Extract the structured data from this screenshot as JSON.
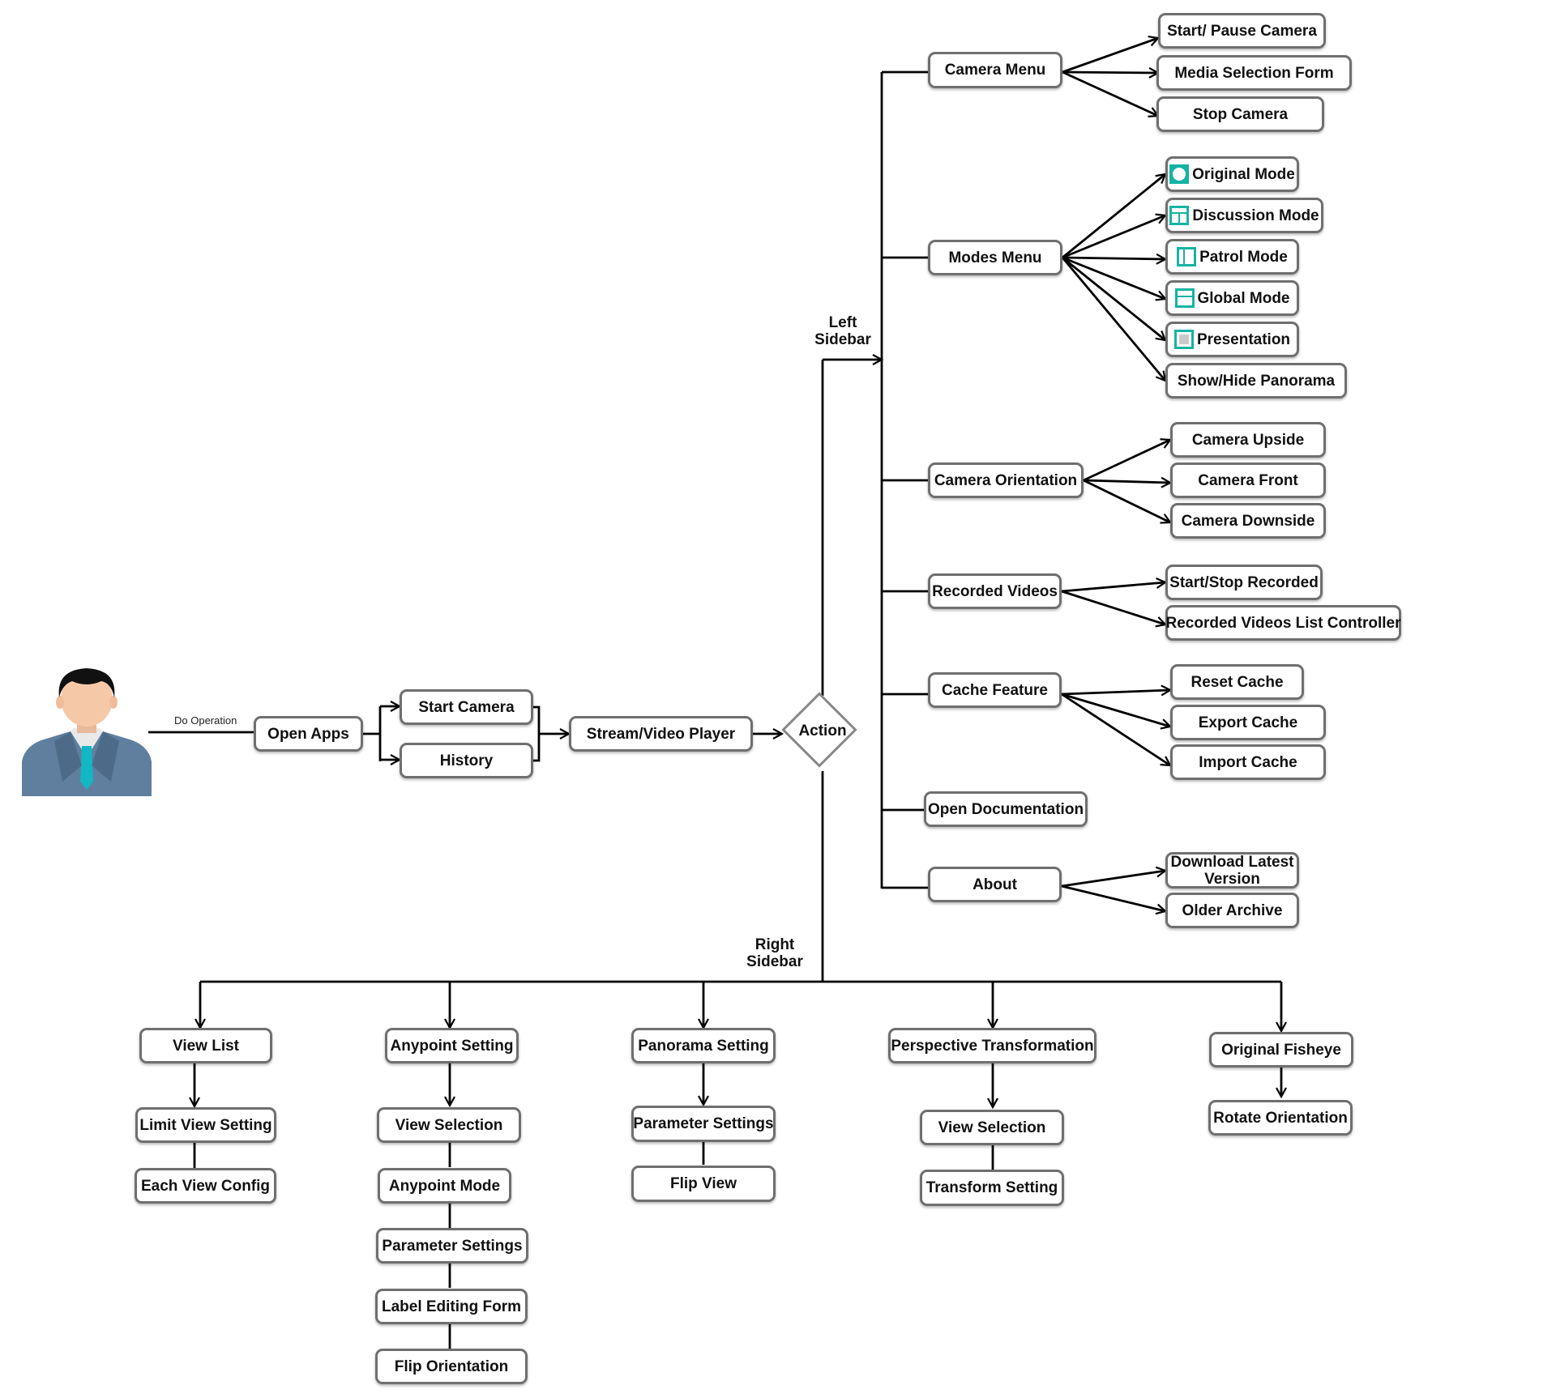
{
  "colors": {
    "line": "#000000",
    "box_border": "#6f6f6f",
    "mode_icon": "#16b3a4"
  },
  "user": {
    "icon": "businessman-icon",
    "operation_label": "Do Operation"
  },
  "flow": {
    "open_apps": "Open Apps",
    "start_camera": "Start Camera",
    "history": "History",
    "player": "Stream/Video Player",
    "action": "Action"
  },
  "left_sidebar": {
    "label": "Left\nSidebar",
    "camera_menu": {
      "label": "Camera Menu",
      "items": [
        "Start/ Pause Camera",
        "Media Selection Form",
        "Stop Camera"
      ]
    },
    "modes_menu": {
      "label": "Modes Menu",
      "items": [
        "Original Mode",
        "Discussion Mode",
        "Patrol Mode",
        "Global Mode",
        "Presentation",
        "Show/Hide Panorama"
      ]
    },
    "camera_orientation": {
      "label": "Camera Orientation",
      "items": [
        "Camera Upside",
        "Camera Front",
        "Camera Downside"
      ]
    },
    "recorded_videos": {
      "label": "Recorded Videos",
      "items": [
        "Start/Stop Recorded",
        "Recorded Videos List Controller"
      ]
    },
    "cache_feature": {
      "label": "Cache Feature",
      "items": [
        "Reset Cache",
        "Export Cache",
        "Import Cache"
      ]
    },
    "open_documentation": {
      "label": "Open Documentation"
    },
    "about": {
      "label": "About",
      "items": [
        "Download Latest Version",
        "Older Archive"
      ]
    }
  },
  "right_sidebar": {
    "label": "Right\nSidebar",
    "view_list": {
      "label": "View List",
      "items": [
        "Limit View Setting",
        "Each View Config"
      ]
    },
    "anypoint_setting": {
      "label": "Anypoint Setting",
      "items": [
        "View Selection",
        "Anypoint Mode",
        "Parameter Settings",
        "Label Editing Form",
        "Flip Orientation"
      ]
    },
    "panorama_setting": {
      "label": "Panorama Setting",
      "items": [
        "Parameter Settings",
        "Flip View"
      ]
    },
    "perspective_transformation": {
      "label": "Perspective Transformation",
      "items": [
        "View Selection",
        "Transform Setting"
      ]
    },
    "original_fisheye": {
      "label": "Original Fisheye",
      "items": [
        "Rotate Orientation"
      ]
    }
  }
}
